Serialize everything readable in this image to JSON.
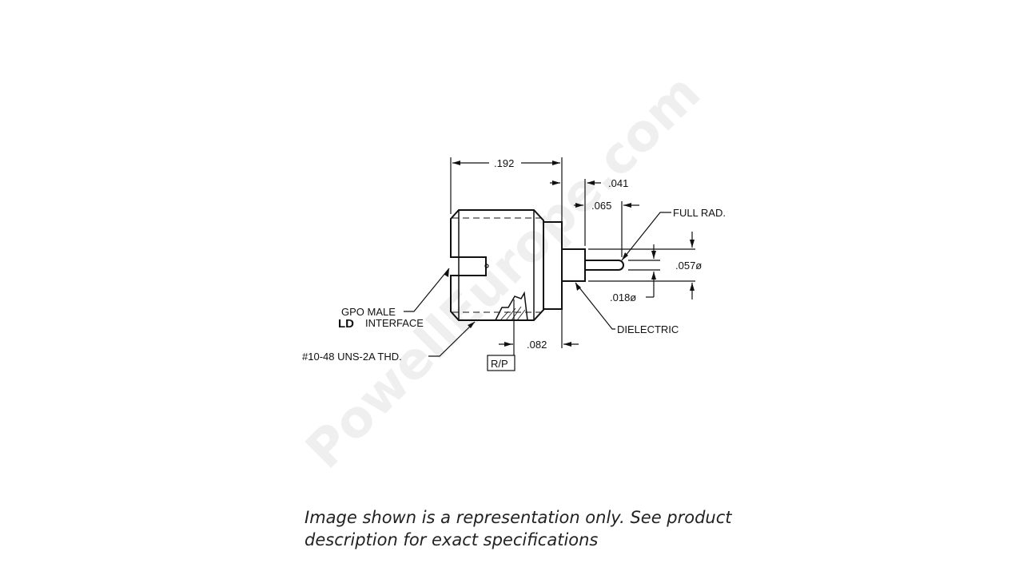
{
  "watermark": "PowellEurope.com",
  "drawing": {
    "title": "GPO male LD connector dimensional drawing",
    "dimensions": {
      "overall_length": ".192",
      "dielectric_length": ".041",
      "pin_length": ".065",
      "dielectric_diameter": ".057ø",
      "pin_diameter": ".018ø",
      "ref_plane_offset": ".082"
    },
    "labels": {
      "full_rad": "FULL RAD.",
      "dielectric": "DIELECTRIC",
      "interface_line1": "GPO MALE",
      "interface_bold": "LD",
      "interface_line2": "INTERFACE",
      "thread": "#10-48 UNS-2A THD.",
      "ref_plane": "R/P"
    }
  },
  "disclaimer": "Image shown is a representation only. See product description for exact specifications"
}
